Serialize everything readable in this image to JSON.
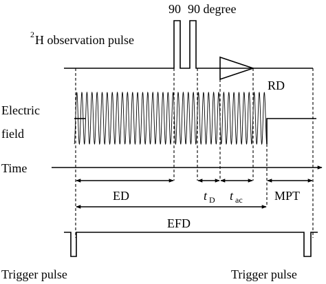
{
  "labels": {
    "pulse_90_a": "90",
    "pulse_90_b": "90 degree",
    "observation_sup": "2",
    "observation": "H observation pulse",
    "rd": "RD",
    "electric_field_1": "Electric",
    "electric_field_2": "field",
    "time": "Time",
    "ed": "ED",
    "td_main": "t",
    "td_sub": "D",
    "tac_main": "t",
    "tac_sub": "ac",
    "mpt": "MPT",
    "efd": "EFD",
    "trigger_left": "Trigger pulse",
    "trigger_right": "Trigger pulse"
  }
}
